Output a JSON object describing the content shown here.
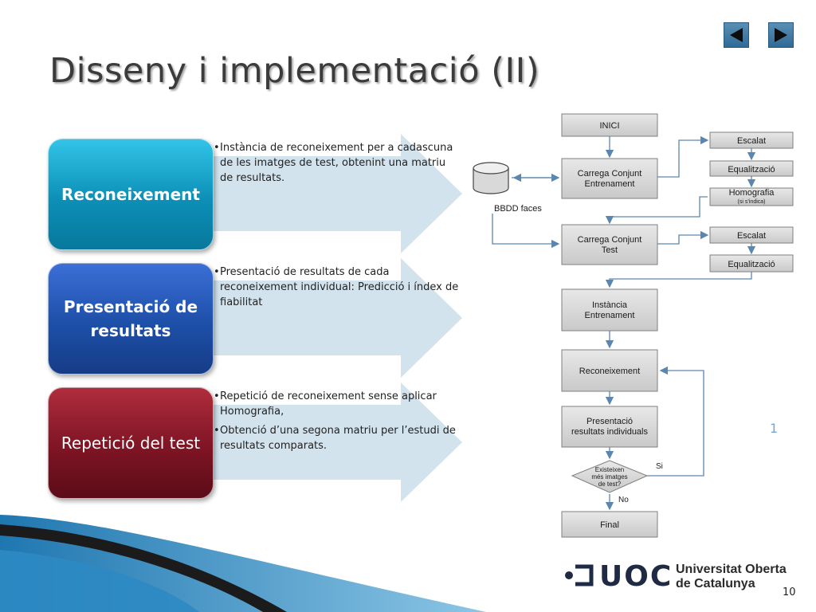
{
  "title": "Disseny i implementació (II)",
  "nav": {
    "prev_icon": "triangle-left-icon",
    "next_icon": "triangle-right-icon"
  },
  "blocks": [
    {
      "label": "Reconeixement",
      "color": "#0c8fb7",
      "bullets": [
        "Instància de reconeixement per a cadascuna de les imatges de test, obtenint una matriu de resultats."
      ]
    },
    {
      "label": "Presentació de resultats",
      "color": "#1d4fa8",
      "bullets": [
        "Presentació de resultats de cada reconeixement individual: Predicció i índex de fiabilitat"
      ]
    },
    {
      "label": "Repetició del test",
      "color": "#7e1424",
      "bullets": [
        "Repetició de reconeixement sense aplicar Homografia,",
        "Obtenció d’una segona matriu per l’estudi de resultats comparats."
      ]
    }
  ],
  "flowchart": {
    "inici": "INICI",
    "carrega_entrenament": [
      "Carrega Conjunt",
      "Entrenament"
    ],
    "escalat_1": "Escalat",
    "equalitzacio_1": "Equalització",
    "homografia": "Homografia",
    "homografia_note": "(si s’indica)",
    "bbdd": "BBDD faces",
    "carrega_test": [
      "Carrega Conjunt",
      "Test"
    ],
    "escalat_2": "Escalat",
    "equalitzacio_2": "Equalització",
    "instancia": [
      "Instància",
      "Entrenament"
    ],
    "reconeixement": "Reconeixement",
    "presentacio": [
      "Presentació",
      "resultats individuals"
    ],
    "decision": [
      "Existeixen",
      "més imatges",
      "de test?"
    ],
    "si": "Si",
    "no": "No",
    "final": "Final"
  },
  "page_marker": "1",
  "logo": {
    "abbr": "UOC",
    "name_line1": "Universitat Oberta",
    "name_line2": "de Catalunya"
  },
  "slide_number": "10"
}
